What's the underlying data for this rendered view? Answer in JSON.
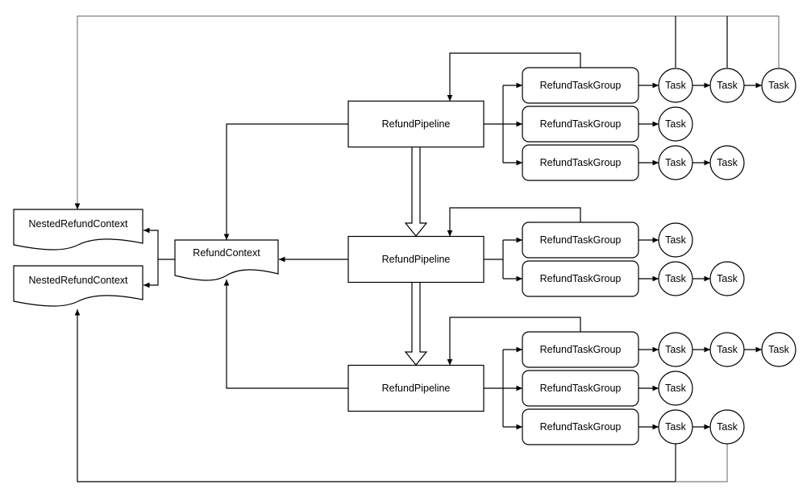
{
  "labels": {
    "pipeline": "RefundPipeline",
    "task_group": "RefundTaskGroup",
    "task": "Task",
    "context": "RefundContext",
    "nested_context": "NestedRefundContext"
  },
  "pipelines": [
    {
      "task_groups": [
        {
          "tasks": 3
        },
        {
          "tasks": 1
        },
        {
          "tasks": 2
        }
      ]
    },
    {
      "task_groups": [
        {
          "tasks": 1
        },
        {
          "tasks": 2
        }
      ]
    },
    {
      "task_groups": [
        {
          "tasks": 3
        },
        {
          "tasks": 1
        },
        {
          "tasks": 2
        }
      ]
    }
  ],
  "nested_contexts": 2,
  "colors": {
    "stroke": "#000000",
    "fill": "#ffffff",
    "feedback_line": "#7f7f7f"
  }
}
